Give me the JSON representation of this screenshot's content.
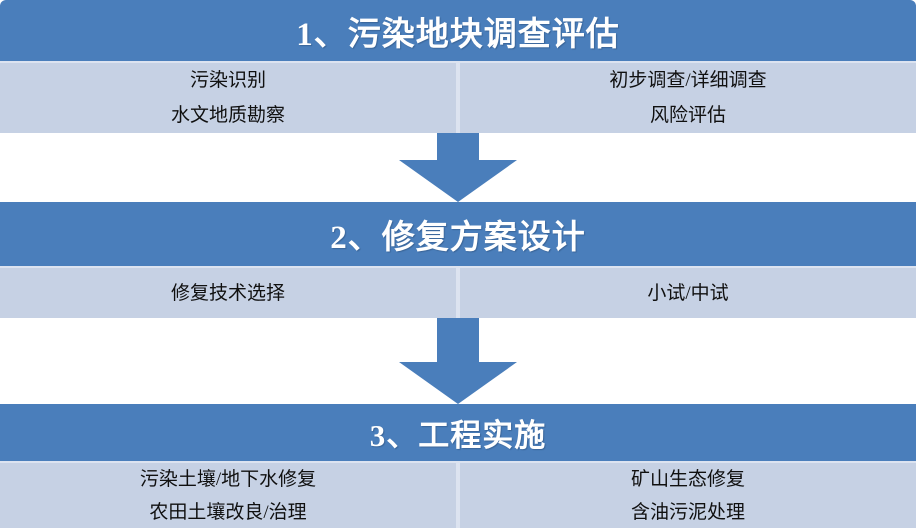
{
  "theme": {
    "header_blue": "#4a7ebb",
    "body_blue": "#c6d1e4",
    "gap_blue": "#dce3f0",
    "background": "#ffffff",
    "header_text": "#ffffff",
    "body_text": "#101010"
  },
  "diagram": {
    "type": "vertical-process-flow",
    "stage_count": 3,
    "connector_count": 2,
    "connector_icon": "down-arrow-icon"
  },
  "stages": [
    {
      "id": "stage-1",
      "title": "1、污染地块调查评估",
      "columns": [
        {
          "lines": [
            "污染识别",
            "水文地质勘察"
          ]
        },
        {
          "lines": [
            "初步调查/详细调查",
            "风险评估"
          ]
        }
      ]
    },
    {
      "id": "stage-2",
      "title": "2、修复方案设计",
      "columns": [
        {
          "lines": [
            "修复技术选择"
          ]
        },
        {
          "lines": [
            "小试/中试"
          ]
        }
      ]
    },
    {
      "id": "stage-3",
      "title": "3、工程实施",
      "columns": [
        {
          "lines": [
            "污染土壤/地下水修复",
            "农田土壤改良/治理"
          ]
        },
        {
          "lines": [
            "矿山生态修复",
            "含油污泥处理"
          ]
        }
      ]
    }
  ]
}
